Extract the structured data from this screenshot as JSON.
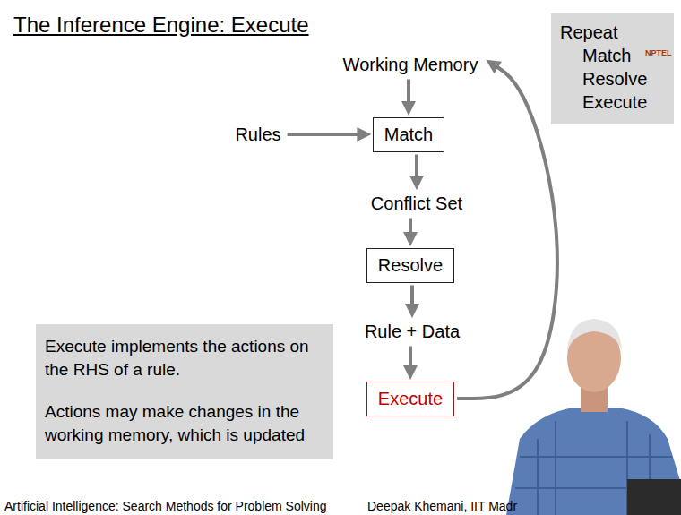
{
  "diagram": {
    "title": "The Inference Engine: Execute",
    "nodes": [
      {
        "text": [
          "Working Memory"
        ]
      },
      {
        "text": [
          "Rules"
        ]
      },
      {
        "text": [
          "Match"
        ]
      },
      {
        "text": [
          "Conflict Set"
        ]
      },
      {
        "text": [
          "Resolve"
        ]
      },
      {
        "text": [
          "Rule + Data"
        ]
      },
      {
        "text": [
          "Execute"
        ]
      },
      {
        "text": [
          "Repeat",
          "Match Resolve Execute"
        ]
      },
      {
        "text": [
          "Execute implements the actions on the RHS of a rule.",
          "Actions may make changes in the working memory, which is updated"
        ]
      }
    ],
    "edges": [
      {
        "from": 0,
        "to": 2,
        "arrow": "to"
      },
      {
        "from": 1,
        "to": 2,
        "arrow": "to"
      },
      {
        "from": 2,
        "to": 3,
        "arrow": "to"
      },
      {
        "from": 3,
        "to": 4,
        "arrow": "to"
      },
      {
        "from": 4,
        "to": 5,
        "arrow": "to"
      },
      {
        "from": 5,
        "to": 6,
        "arrow": "to"
      },
      {
        "from": 6,
        "to": 0,
        "arrow": "to"
      }
    ],
    "labels": [
      "NPTEL",
      "Artificial Intelligence: Search Methods for Problem Solving",
      "Deepak Khemani, IIT Madr"
    ]
  }
}
